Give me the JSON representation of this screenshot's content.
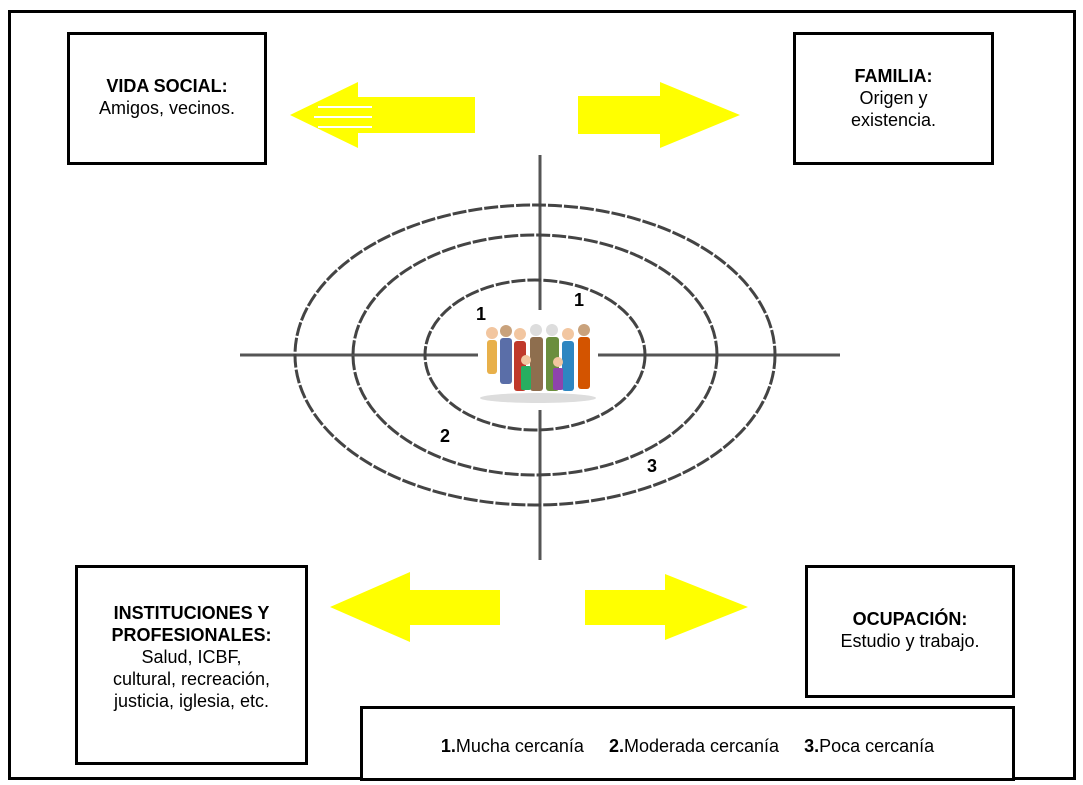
{
  "social": {
    "title": "VIDA SOCIAL:",
    "body": "Amigos, vecinos."
  },
  "familia": {
    "title": "FAMILIA:",
    "body_line1": "Origen y",
    "body_line2": "existencia."
  },
  "instituciones": {
    "title_line1": "INSTITUCIONES Y",
    "title_line2": "PROFESIONALES:",
    "body_line1": "Salud, ICBF,",
    "body_line2": "cultural, recreación,",
    "body_line3": "justicia, iglesia, etc."
  },
  "ocupacion": {
    "title": "OCUPACIÓN:",
    "body": "Estudio y trabajo."
  },
  "ring_labels": {
    "inner_left": "1",
    "inner_right": "1",
    "middle": "2",
    "outer": "3"
  },
  "legend": [
    {
      "num": "1.",
      "text": "Mucha cercanía"
    },
    {
      "num": "2.",
      "text": "Moderada cercanía"
    },
    {
      "num": "3.",
      "text": "Poca cercanía"
    }
  ],
  "colors": {
    "arrow": "#ffff00",
    "ring": "#444444",
    "axis": "#555555"
  },
  "center_image": "family-group-illustration"
}
